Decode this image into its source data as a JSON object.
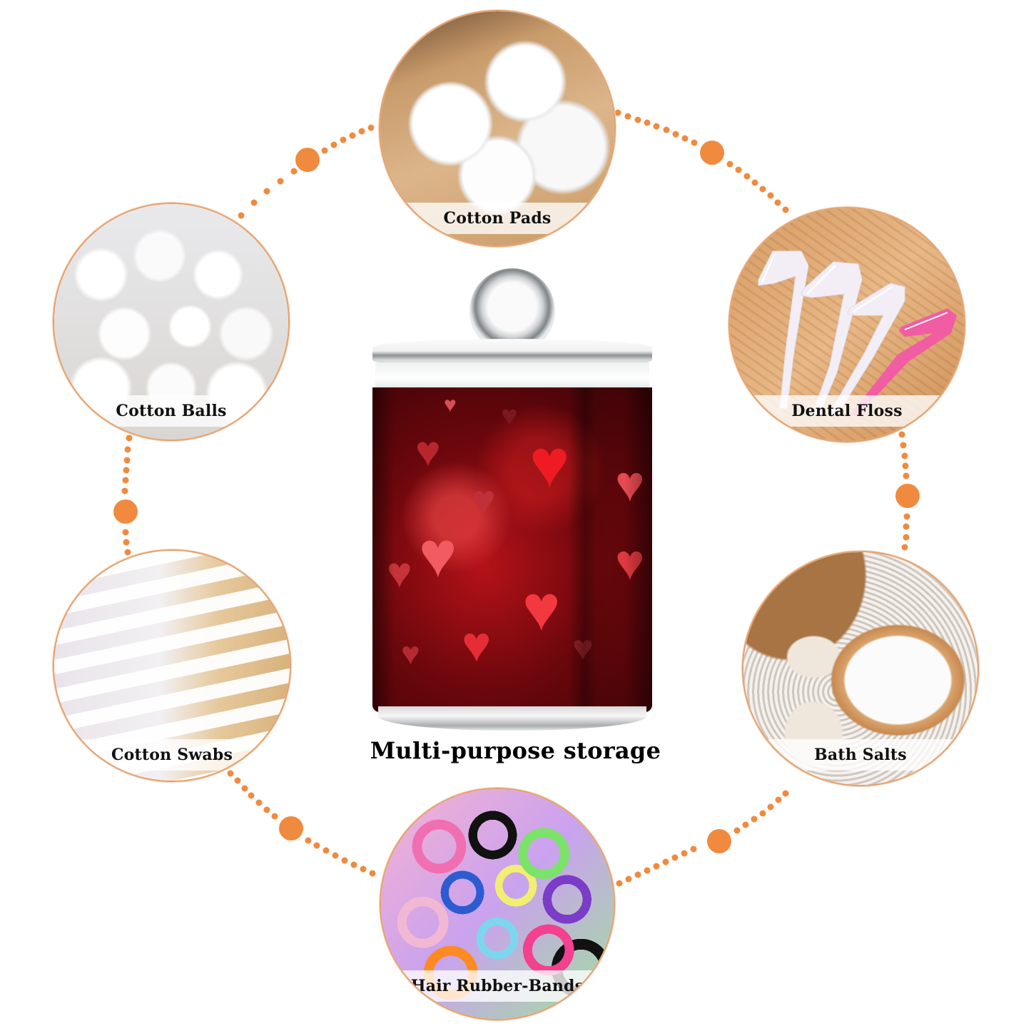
{
  "caption": "Multi-purpose storage",
  "accent_color": "#f0883e",
  "items": [
    {
      "label": "Cotton Pads",
      "icon": "cotton-pads-photo"
    },
    {
      "label": "Dental Floss",
      "icon": "dental-floss-photo"
    },
    {
      "label": "Bath Salts",
      "icon": "bath-salts-photo"
    },
    {
      "label": "Hair Rubber-Bands",
      "icon": "hair-rubber-bands-photo"
    },
    {
      "label": "Cotton Swabs",
      "icon": "cotton-swabs-photo"
    },
    {
      "label": "Cotton Balls",
      "icon": "cotton-balls-photo"
    }
  ],
  "product": {
    "name": "Glass storage jar with red hearts pattern",
    "pattern": "red-hearts"
  }
}
